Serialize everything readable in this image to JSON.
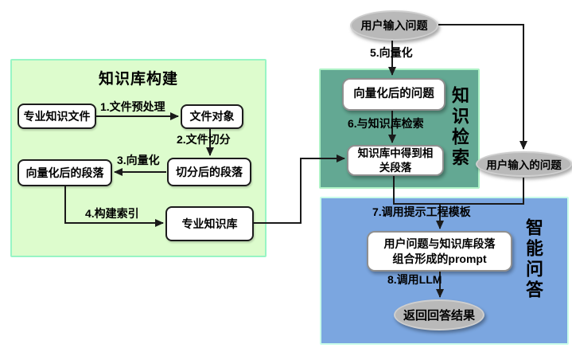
{
  "diagram": {
    "panels": {
      "kb": {
        "title": "知识库构建"
      },
      "retrieval": {
        "title": "知识检索"
      },
      "qa": {
        "title": "智能问答"
      }
    },
    "nodes": {
      "file_source": "专业知识文件",
      "file_object": "文件对象",
      "split_paragraphs": "切分后的段落",
      "vectorized_paragraphs": "向量化后的段落",
      "knowledge_base": "专业知识库",
      "vectorized_question": "向量化后的问题",
      "retrieved_line1": "知识库中得到相",
      "retrieved_line2": "关段落",
      "prompt_line1": "用户问题与知识库段落",
      "prompt_line2": "组合形成的prompt",
      "user_input_top": "用户输入问题",
      "user_input_right": "用户输入的问题",
      "answer_result": "返回回答结果"
    },
    "steps": {
      "s1": "1.文件预处理",
      "s2": "2.文件切分",
      "s3": "3.向量化",
      "s4": "4.构建索引",
      "s5": "5.向量化",
      "s6": "6.与知识库检索",
      "s7": "7.调用提示工程模板",
      "s8": "8.调用LLM"
    },
    "colors": {
      "panel_green": "#ddfccd",
      "panel_green_border": "#98f5c4",
      "panel_teal": "#63a893",
      "panel_blue": "#7ba6e0",
      "ellipse_gray": "#b9b9b9",
      "line": "#1a1a1a"
    }
  }
}
